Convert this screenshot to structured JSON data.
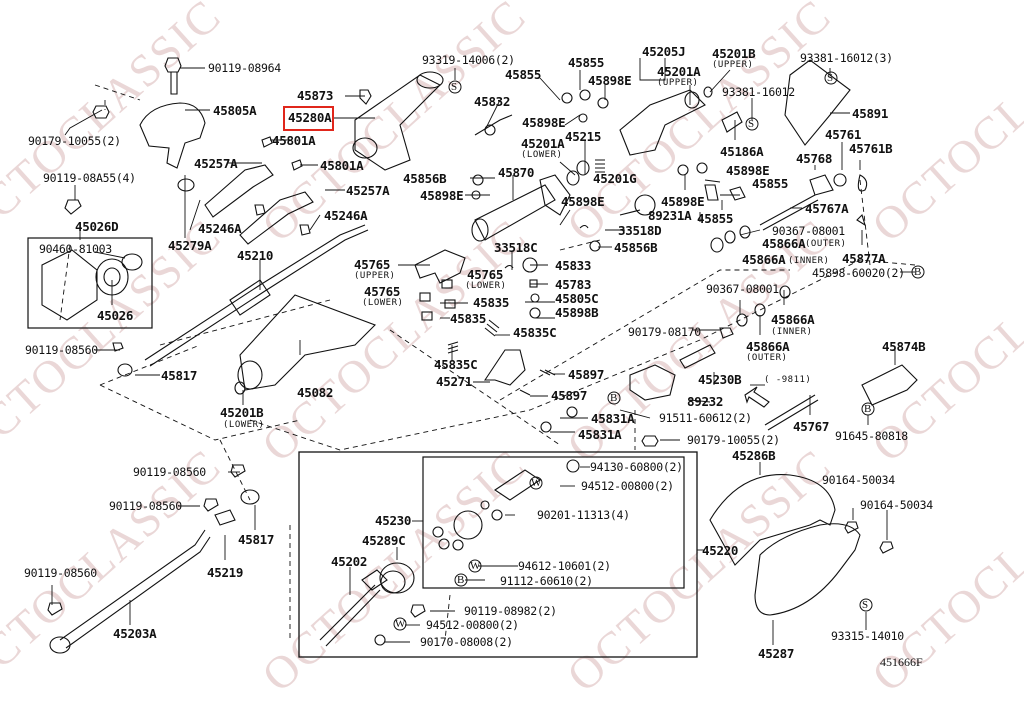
{
  "diagram": {
    "ref_code": "451666F",
    "watermark_text": "OCTOCLASSIC",
    "highlighted_part": "45280A",
    "highlight_color": "#e0261b",
    "date_range": "(       -9811)",
    "labels": {
      "p90119_08964": "90119-08964",
      "p90179_10055_a": "90179-10055(2)",
      "p45805A": "45805A",
      "p45873": "45873",
      "p45280A": "45280A",
      "p45801A_a": "45801A",
      "p45801A_b": "45801A",
      "p45257A_a": "45257A",
      "p45257A_b": "45257A",
      "p45246A_a": "45246A",
      "p45246A_b": "45246A",
      "p45279A": "45279A",
      "p90119_08A55": "90119-08A55(4)",
      "p45026D": "45026D",
      "p90460_81003": "90460-81003",
      "p45026": "45026",
      "p45210": "45210",
      "p90119_08560_a": "90119-08560",
      "p45817_a": "45817",
      "p45082": "45082",
      "p45201B_lower": "45201B",
      "p93319_14006": "93319-14006(2)",
      "p45855_a": "45855",
      "p45855_b": "45855",
      "p45898E_a": "45898E",
      "p45832": "45832",
      "p45898E_b": "45898E",
      "p45201A_lower": "45201A",
      "p45215": "45215",
      "p45201G": "45201G",
      "p45856B_a": "45856B",
      "p45898E_c": "45898E",
      "p45870": "45870",
      "p45898E_d": "45898E",
      "p89231A": "89231A",
      "p33518D": "33518D",
      "p45856B_b": "45856B",
      "p33518C": "33518C",
      "p45765_upper": "45765",
      "p45765_lower_a": "45765",
      "p45765_lower_b": "45765",
      "p45833": "45833",
      "p45783": "45783",
      "p45835_a": "45835",
      "p45805C": "45805C",
      "p45835_b": "45835",
      "p45898B": "45898B",
      "p45835C_a": "45835C",
      "p45835C_b": "45835C",
      "p45271": "45271",
      "p45897_a": "45897",
      "p45897_b": "45897",
      "p45831A_a": "45831A",
      "p45831A_b": "45831A",
      "p45205J": "45205J",
      "p45201A_upper": "45201A",
      "p45201B_upper": "45201B",
      "p93381_16012": "93381-16012",
      "p45186A": "45186A",
      "p45898E_e": "45898E",
      "p45898E_f": "45898E",
      "p45855_c": "45855",
      "p45855_d": "45855",
      "p93381_16012_3": "93381-16012(3)",
      "p45891": "45891",
      "p45761": "45761",
      "p45761B": "45761B",
      "p45768": "45768",
      "p45767A": "45767A",
      "p90367_08001_a": "90367-08001",
      "p45866A_outer_a": "45866A",
      "p45866A_inner_a": "45866A",
      "p45877A": "45877A",
      "p45898_60020": "45898-60020(2)",
      "p90367_08001_b": "90367-08001",
      "p45866A_inner_b": "45866A",
      "p90179_08170": "90179-08170",
      "p45866A_outer_b": "45866A",
      "p45230B": "45230B",
      "p89232": "89232",
      "p91511_60612": "91511-60612(2)",
      "p90179_10055_b": "90179-10055(2)",
      "p45767": "45767",
      "p45874B": "45874B",
      "p91645_80818": "91645-80818",
      "p90119_08560_b": "90119-08560",
      "p90119_08560_c": "90119-08560",
      "p45817_b": "45817",
      "p45219": "45219",
      "p90119_08560_d": "90119-08560",
      "p45203A": "45203A",
      "p45230": "45230",
      "p45289C": "45289C",
      "p45202": "45202",
      "p94130_60800": "94130-60800(2)",
      "p94512_00800_a": "94512-00800(2)",
      "p90201_11313": "90201-11313(4)",
      "p94612_10601": "94612-10601(2)",
      "p91112_60610": "91112-60610(2)",
      "p90119_08982": "90119-08982(2)",
      "p94512_00800_b": "94512-00800(2)",
      "p90170_08008": "90170-08008(2)",
      "p45220": "45220",
      "p45286B": "45286B",
      "p90164_50034_a": "90164-50034",
      "p90164_50034_b": "90164-50034",
      "p93315_14010": "93315-14010",
      "p45287": "45287"
    },
    "sublabels": {
      "upper": "(UPPER)",
      "lower": "(LOWER)",
      "inner": "(INNER)",
      "outer": "(OUTER)"
    },
    "symbols": {
      "S": "S",
      "B": "B",
      "W": "W"
    }
  }
}
